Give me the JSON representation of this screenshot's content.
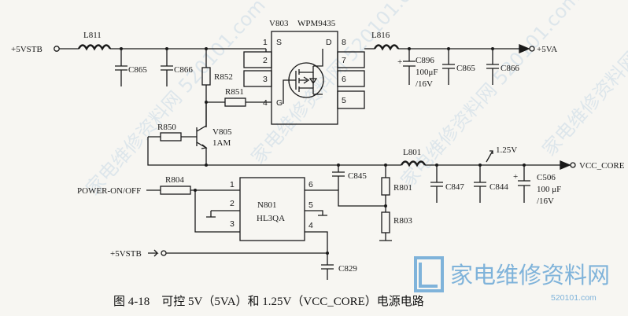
{
  "title": "图 4-18　可控 5V（5VA）和 1.25V（VCC_CORE）电源电路",
  "watermark": {
    "diag_text": "家电维修资料网 520101.com",
    "logo_text": "家电维修资料网",
    "logo_sub": "520101.com",
    "color": "#7fb3da"
  },
  "nets": {
    "vstb_top": "+5VSTB",
    "va": "+5VA",
    "vcc_core": "VCC_CORE",
    "v125": "1.25V",
    "power_on": "POWER-ON/OFF",
    "vstb_bottom": "+5VSTB"
  },
  "parts": {
    "L811": "L811",
    "C865a": "C865",
    "C866a": "C866",
    "R852": "R852",
    "R851": "R851",
    "R850": "R850",
    "V805": "V805",
    "V805_type": "1AM",
    "V803": "V803",
    "V803_type": "WPM9435",
    "L816": "L816",
    "C896": "C896",
    "C896_val": "100μF",
    "C896_v": "/16V",
    "C865b": "C865",
    "C866b": "C866",
    "L801": "L801",
    "C845": "C845",
    "R801": "R801",
    "R803": "R803",
    "C847": "C847",
    "C844": "C844",
    "C506": "C506",
    "C506_val": "100 μF",
    "C506_v": "/16V",
    "R804": "R804",
    "N801": "N801",
    "N801_type": "HL3QA",
    "C829": "C829"
  },
  "pins": {
    "v803": [
      "1",
      "2",
      "3",
      "4",
      "8",
      "7",
      "6",
      "5"
    ],
    "v803_names": [
      "S",
      "G",
      "D"
    ],
    "n801": [
      "1",
      "2",
      "3",
      "6",
      "5",
      "4"
    ]
  },
  "polarity": [
    "+",
    "+"
  ]
}
